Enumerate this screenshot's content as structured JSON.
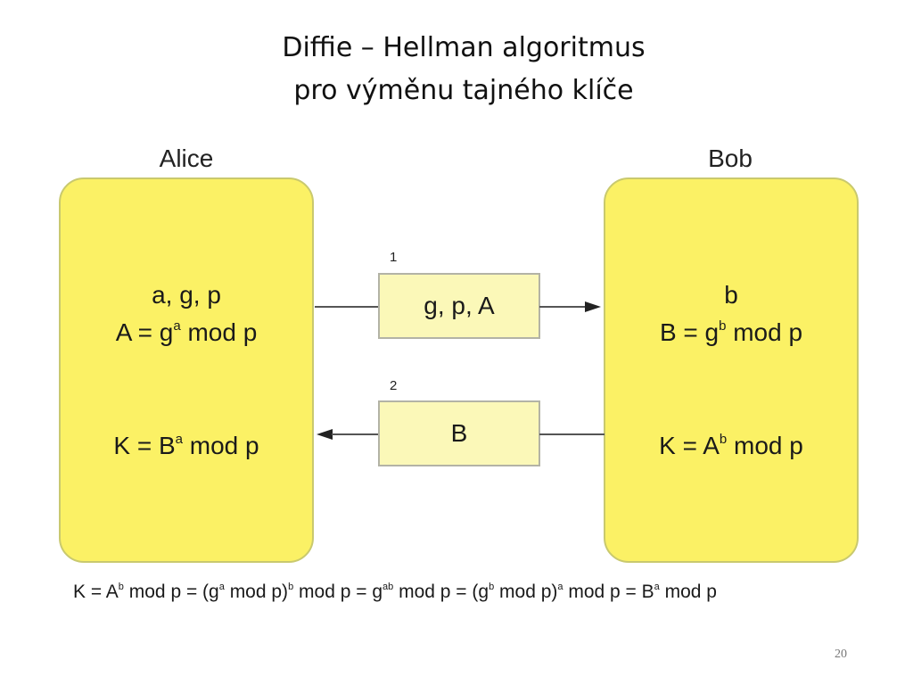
{
  "title": {
    "line1": "Diffie – Hellman algoritmus",
    "line2": "pro výměnu  tajného klíče"
  },
  "alice": {
    "label": "Alice",
    "vars": "a, g, p",
    "eq1": {
      "left": "A = g",
      "sup": "a",
      "right": " mod p"
    },
    "eq2": {
      "left": "K = B",
      "sup": "a",
      "right": " mod p"
    }
  },
  "bob": {
    "label": "Bob",
    "vars": "b",
    "eq1": {
      "left": "B = g",
      "sup": "b",
      "right": " mod p"
    },
    "eq2": {
      "left": "K = A",
      "sup": "b",
      "right": " mod p"
    }
  },
  "messages": [
    {
      "number": "1",
      "text": "g, p, A",
      "direction": "alice-to-bob"
    },
    {
      "number": "2",
      "text": "B",
      "direction": "bob-to-alice"
    }
  ],
  "formula": {
    "p1": "K = A",
    "s1": "b",
    "p2": " mod p = (g",
    "s2": "a",
    "p3": " mod p)",
    "s3": "b",
    "p4": " mod p = g",
    "s4": "ab",
    "p5": " mod p = (g",
    "s5": "b",
    "p6": " mod p)",
    "s6": "a",
    "p7": " mod p = B",
    "s7": "a",
    "p8": " mod p"
  },
  "page_number": "20",
  "colors": {
    "panel": "#fbf165",
    "message_box": "#fbf8b8",
    "arrow": "#222222"
  }
}
